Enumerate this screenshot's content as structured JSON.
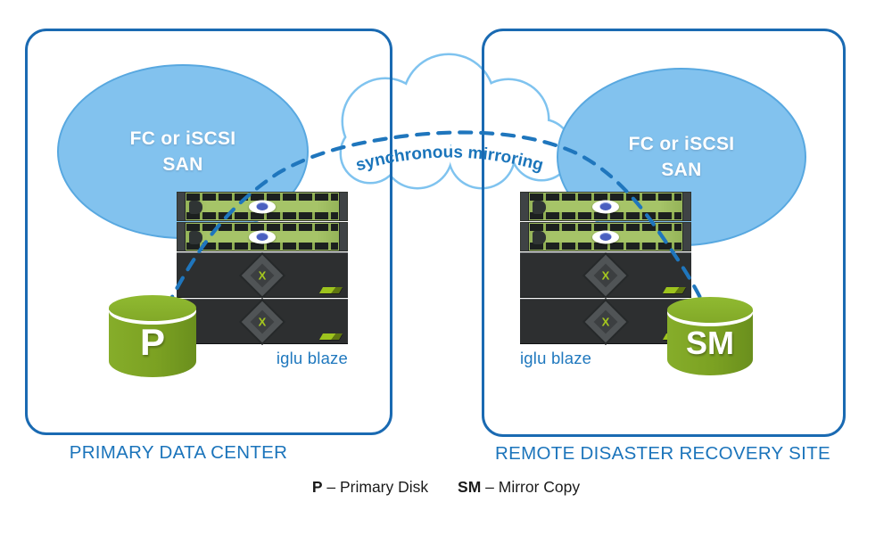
{
  "cloud": {
    "label": "synchronous mirroring"
  },
  "sites": {
    "left": {
      "san_line1": "FC or iSCSI",
      "san_line2": "SAN",
      "appliance_label": "iglu blaze",
      "disk_label": "P",
      "caption": "PRIMARY DATA CENTER"
    },
    "right": {
      "san_line1": "FC or iSCSI",
      "san_line2": "SAN",
      "appliance_label": "iglu blaze",
      "disk_label": "SM",
      "caption": "REMOTE DISASTER RECOVERY SITE"
    }
  },
  "legend": {
    "items": [
      {
        "term": "P",
        "desc": "– Primary Disk"
      },
      {
        "term": "SM",
        "desc": "– Mirror Copy"
      }
    ]
  },
  "icons": {
    "storage_logo_glyph": "X",
    "cloud": "wan-cloud",
    "disk": "database-cylinder",
    "blade": "rack-server",
    "storage": "storage-array"
  },
  "colors": {
    "accent_blue": "#1b75bb",
    "box_border_blue": "#1a6ab2",
    "san_fill_blue": "#82c2ee",
    "san_stroke_blue": "#58a8e0",
    "cloud_stroke_blue": "#7fc3ef",
    "disk_green": "#7ba122",
    "server_green": "#a6c468",
    "storage_dark": "#2d2f30",
    "legend_text": "#1a1a1a"
  }
}
